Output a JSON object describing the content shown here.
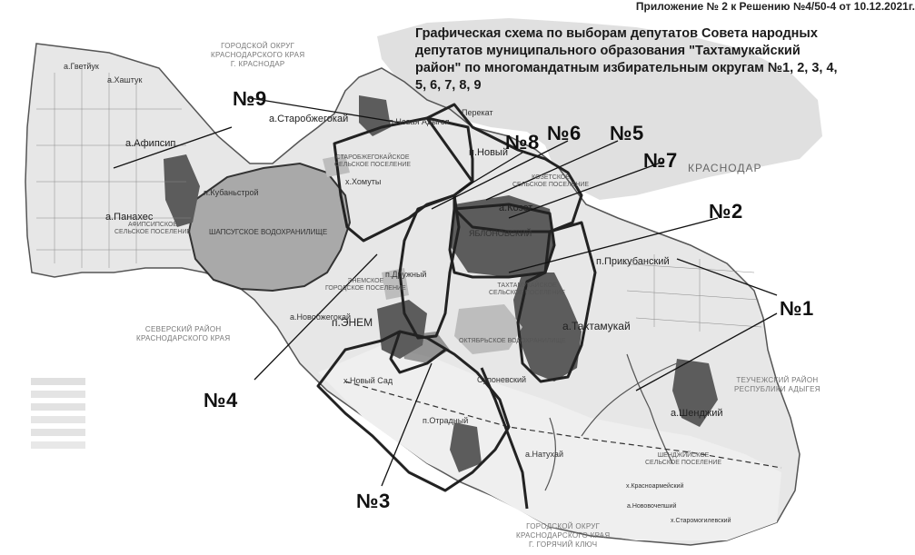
{
  "header": {
    "appendix": "Приложение № 2 к Решению №4/50-4 от 10.12.2021г.",
    "title_lines": [
      "Графическая схема по выборам депутатов Совета народных",
      "депутатов муниципального образования \"Тахтамукайский",
      "район\" по многомандатным избирательным округам №1, 2, 3, 4,",
      "5, 6, 7, 8, 9"
    ]
  },
  "districts": {
    "d1": "№1",
    "d2": "№2",
    "d3": "№3",
    "d4": "№4",
    "d5": "№5",
    "d6": "№6",
    "d7": "№7",
    "d8": "№8",
    "d9": "№9"
  },
  "regions": {
    "krasnodar_top": [
      "ГОРОДСКОЙ ОКРУГ",
      "КРАСНОДАРСКОГО КРАЯ",
      "Г. КРАСНОДАР"
    ],
    "krasnodar_city": "КРАСНОДАР",
    "seversky": [
      "СЕВЕРСКИЙ РАЙОН",
      "КРАСНОДАРСКОГО КРАЯ"
    ],
    "teuchezh": [
      "ТЕУЧЕЖСКИЙ РАЙОН",
      "РЕСПУБЛИКИ АДЫГЕЯ"
    ],
    "goryachy": [
      "ГОРОДСКОЙ ОКРУГ",
      "КРАСНОДАРСКОГО КРАЯ",
      "Г. ГОРЯЧИЙ КЛЮЧ"
    ]
  },
  "settlements": {
    "afips_rural": [
      "АФИПСИПСКОЕ",
      "СЕЛЬСКОЕ ПОСЕЛЕНИЕ"
    ],
    "starobzh_rural": [
      "СТАРОБЖЕГОКАЙСКОЕ",
      "СЕЛЬСКОЕ ПОСЕЛЕНИЕ"
    ],
    "enem_urban": [
      "ЭНЕМСКОЕ",
      "ГОРОДСКОЕ ПОСЕЛЕНИЕ"
    ],
    "takht_rural": [
      "ТАХТАМУКАЙСКОЕ",
      "СЕЛЬСКОЕ ПОСЕЛЕНИЕ"
    ],
    "kozet_rural": [
      "КОЗЕТСКОЕ",
      "СЕЛЬСКОЕ ПОСЕЛЕНИЕ"
    ],
    "shenj_rural": [
      "ШЕНДЖИЙСКОЕ",
      "СЕЛЬСКОЕ ПОСЕЛЕНИЕ"
    ]
  },
  "places": {
    "gleituk": "а.Гветйук",
    "khashtuk": "а.Хаштук",
    "afipsip": "а.Афипсип",
    "panakhes": "а.Панахес",
    "kubanstroy": "п.Кубаньстрой",
    "starobzh": "а.Старобжегокай",
    "novaya_adygeya": "п.Новая Адыгея",
    "novy": "п.Новый",
    "perekat": "Перекат",
    "khomuty": "х.Хомуты",
    "kozet": "а.Козет",
    "novobzh": "а.Новобжегокай",
    "enem": "п.ЭНЕМ",
    "druzhny": "п.Дружный",
    "yablonovsky": "ЯБЛОНОВСКИЙ",
    "prikubansky": "п.Прикубанский",
    "takhtamukay": "а.Тахтамукай",
    "novy_sad": "х.Новый Сад",
    "suponevsky": "Супоневский",
    "otradny": "п.Отрадный",
    "natukhay": "а.Натухай",
    "shendzhy": "а.Шенджий",
    "krasnoarmeysky": "х.Красноармейский",
    "novovochepshiy": "а.Нововочепший",
    "staromogilevsky": "х.Старомогилевский"
  },
  "water": {
    "shapsug": "ШАПСУГСКОЕ ВОДОХРАНИЛИЩЕ",
    "oktyabrsky": "ОКТЯБРЬСКОЕ ВОДОХРАНИЛИЩЕ"
  },
  "legend": {
    "items": [
      "",
      "",
      "",
      "",
      "",
      ""
    ]
  },
  "colors": {
    "land": "#e7e7e7",
    "land_light": "#f0f0f0",
    "water": "#a9a9a9",
    "settlement_dark": "#5c5c5c",
    "border": "#2a2a2a",
    "callout": "#111111"
  }
}
